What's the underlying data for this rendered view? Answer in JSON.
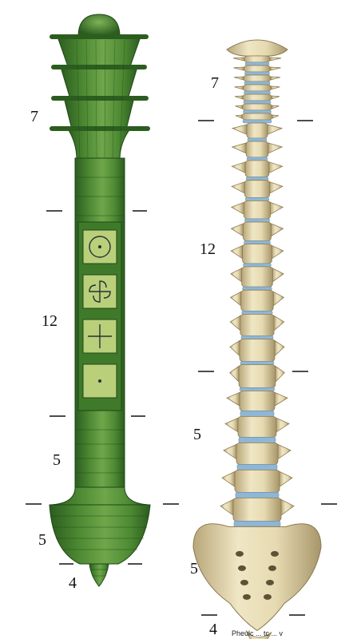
{
  "left_labels": {
    "cervical": "7",
    "thoracic": "12",
    "lumbar": "5",
    "sacral": "5",
    "coccygeal": "4"
  },
  "right_labels": {
    "cervical": "7",
    "thoracic": "12",
    "lumbar": "5",
    "sacral": "5",
    "coccygeal": "4"
  },
  "caption": "Pheulc ... tc ... v",
  "colors": {
    "column_dark": "#2b5d1f",
    "column_mid": "#4e8a33",
    "column_light": "#6fa64b",
    "panel_fill": "#b9cf7a",
    "bone_light": "#efe6c4",
    "bone_shadow": "#b9a77a",
    "disc_blue": "#8fb6d4"
  },
  "icons": [
    "circle-dot-icon",
    "swirl-cross-icon",
    "plus-icon",
    "dot-icon"
  ]
}
